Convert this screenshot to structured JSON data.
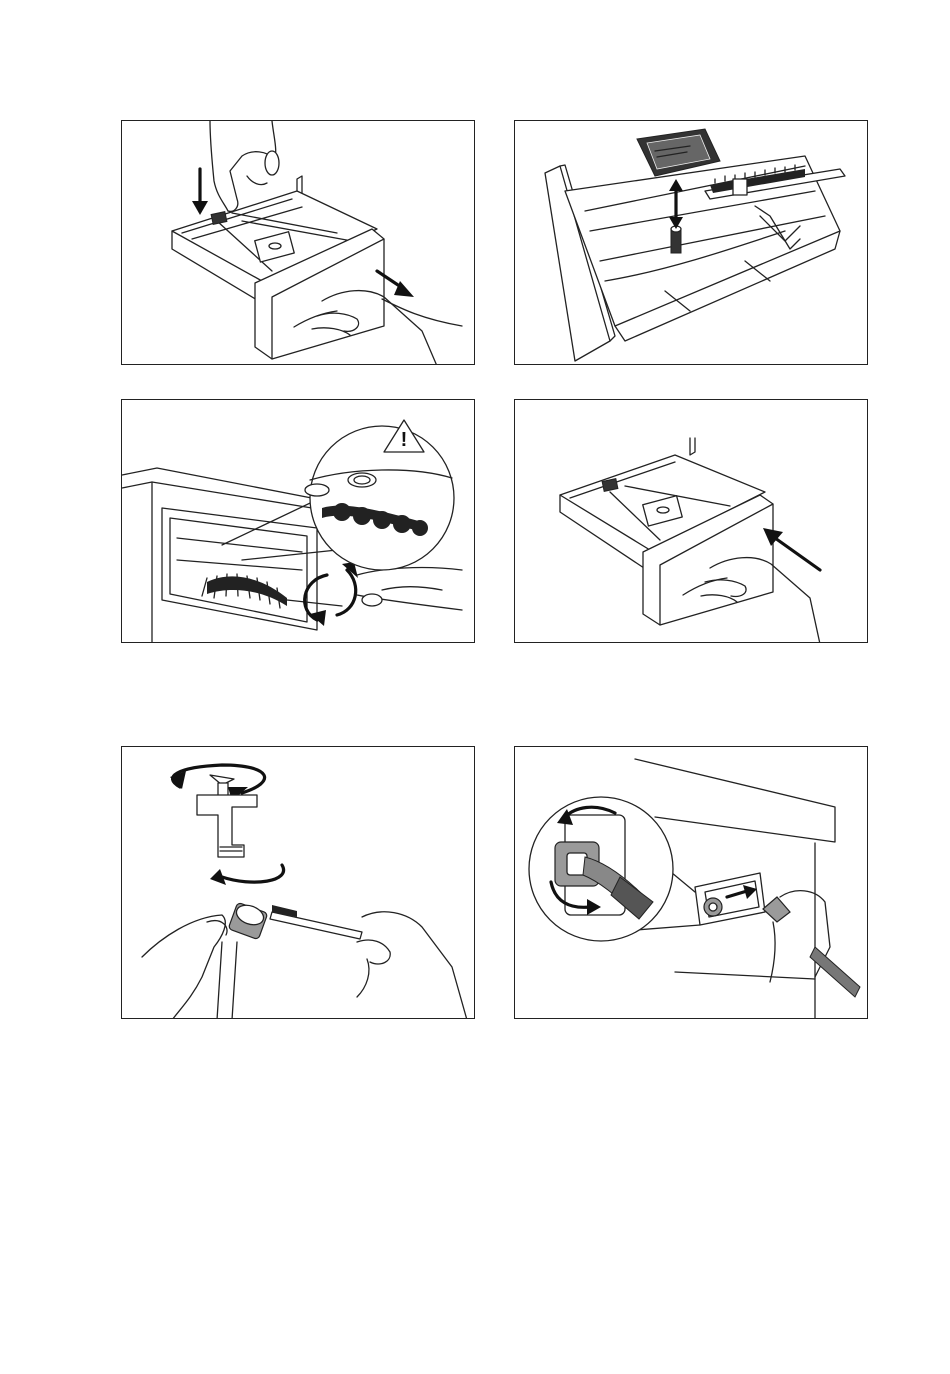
{
  "document": {
    "panels": [
      {
        "id": "p1",
        "icon": "detergent-drawer-removal-icon"
      },
      {
        "id": "p2",
        "icon": "drawer-insert-removal-and-brush-cleaning-icon"
      },
      {
        "id": "p3",
        "icon": "drawer-recess-cleaning-with-warning-icon"
      },
      {
        "id": "p4",
        "icon": "drawer-reinsertion-icon"
      },
      {
        "id": "p5",
        "icon": "tap-and-hose-connector-cleaning-icon"
      },
      {
        "id": "p6",
        "icon": "inlet-hose-filter-removal-icon"
      }
    ],
    "warning_symbol": "!"
  }
}
